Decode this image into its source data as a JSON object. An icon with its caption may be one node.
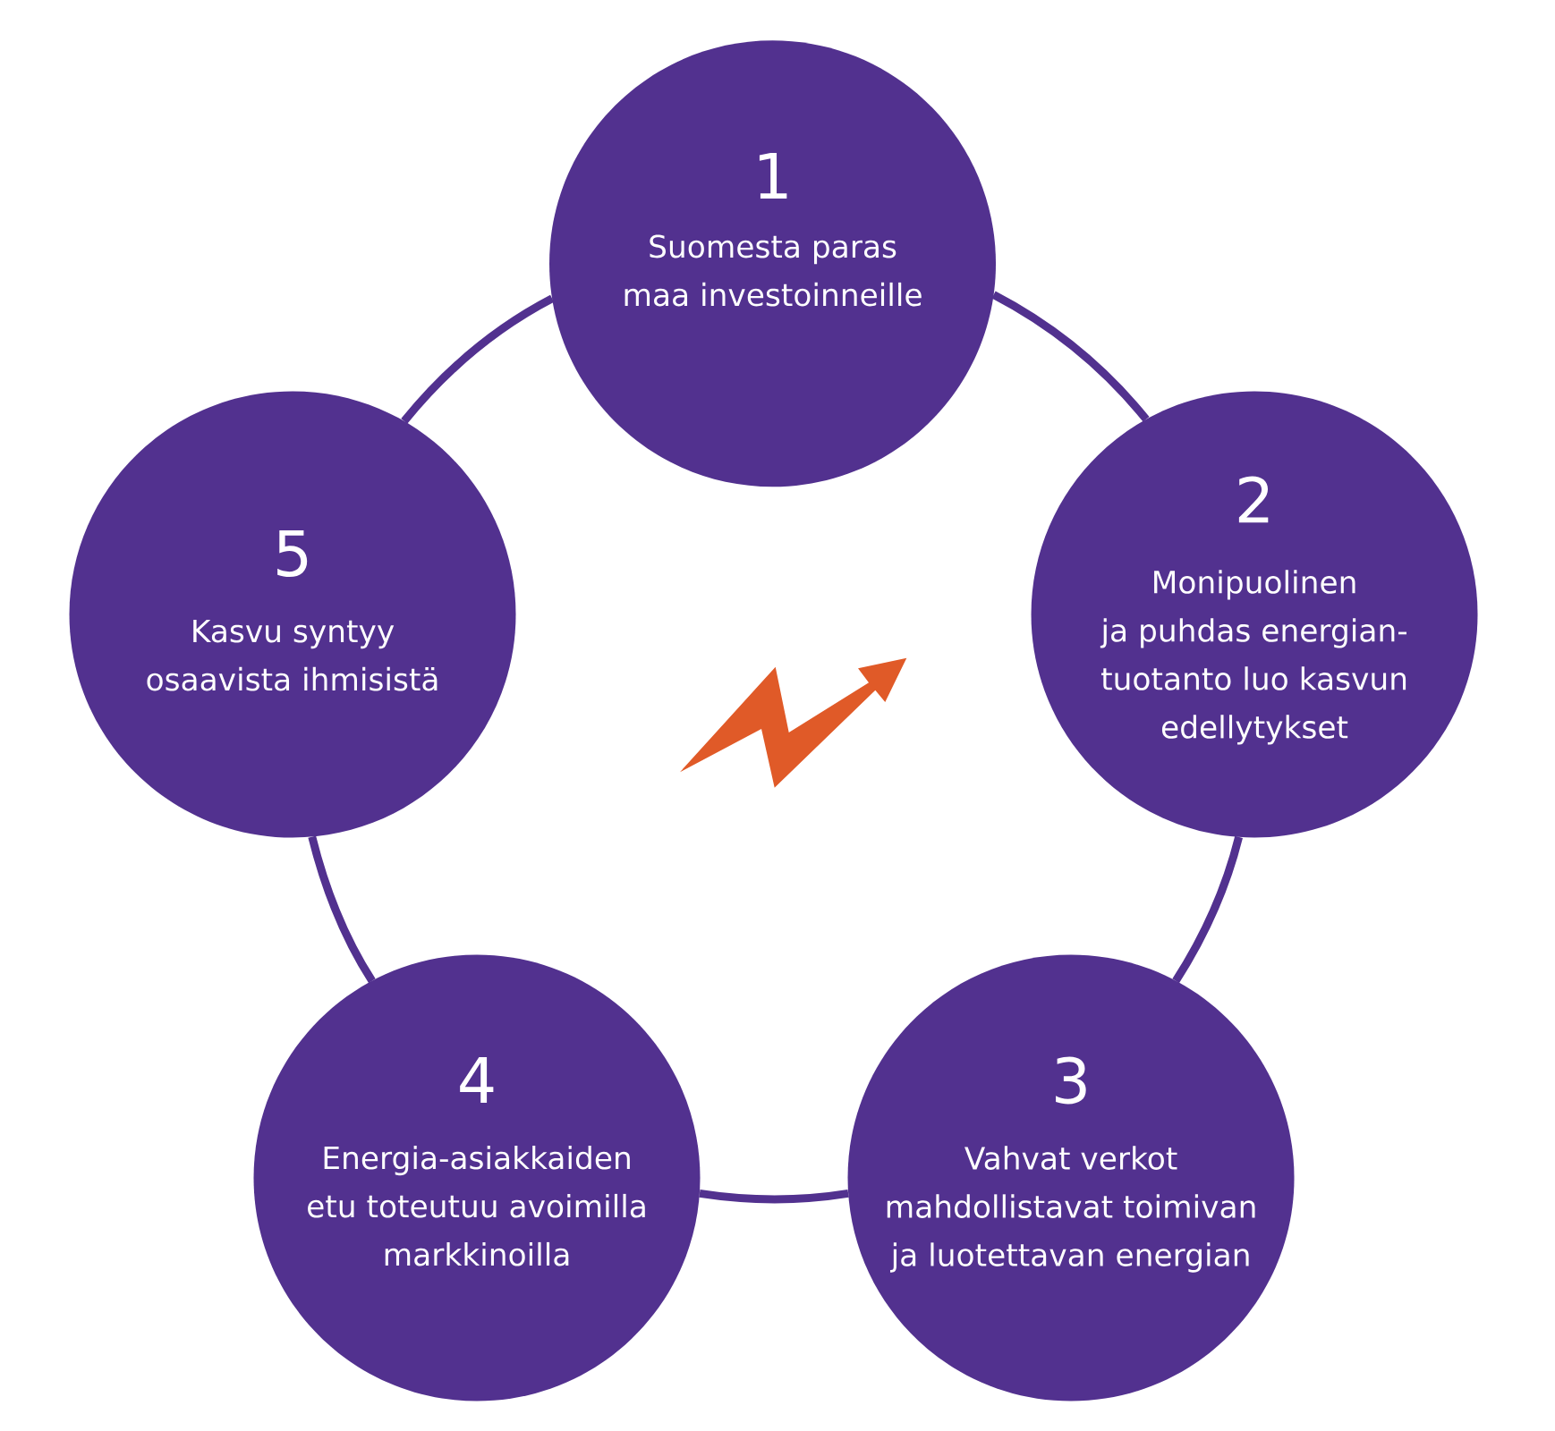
{
  "diagram": {
    "nodes": [
      {
        "text": [
          "1",
          "Suomesta paras maa investoinneille"
        ]
      },
      {
        "text": [
          "2",
          "Monipuolinen ja puhdas energian- tuotanto luo kasvun edellytykset"
        ]
      },
      {
        "text": [
          "3",
          "Vahvat verkot mahdollistavat toimivan ja luotettavan energian"
        ]
      },
      {
        "text": [
          "4",
          "Energia-asiakkaiden etu toteutuu avoimilla markkinoilla"
        ]
      },
      {
        "text": [
          "5",
          "Kasvu syntyy osaavista ihmisistä"
        ]
      }
    ],
    "edges": [
      {
        "from": 0,
        "to": 1,
        "arrow": "none"
      },
      {
        "from": 1,
        "to": 2,
        "arrow": "none"
      },
      {
        "from": 2,
        "to": 3,
        "arrow": "none"
      },
      {
        "from": 3,
        "to": 4,
        "arrow": "none"
      },
      {
        "from": 4,
        "to": 0,
        "arrow": "none"
      }
    ]
  }
}
